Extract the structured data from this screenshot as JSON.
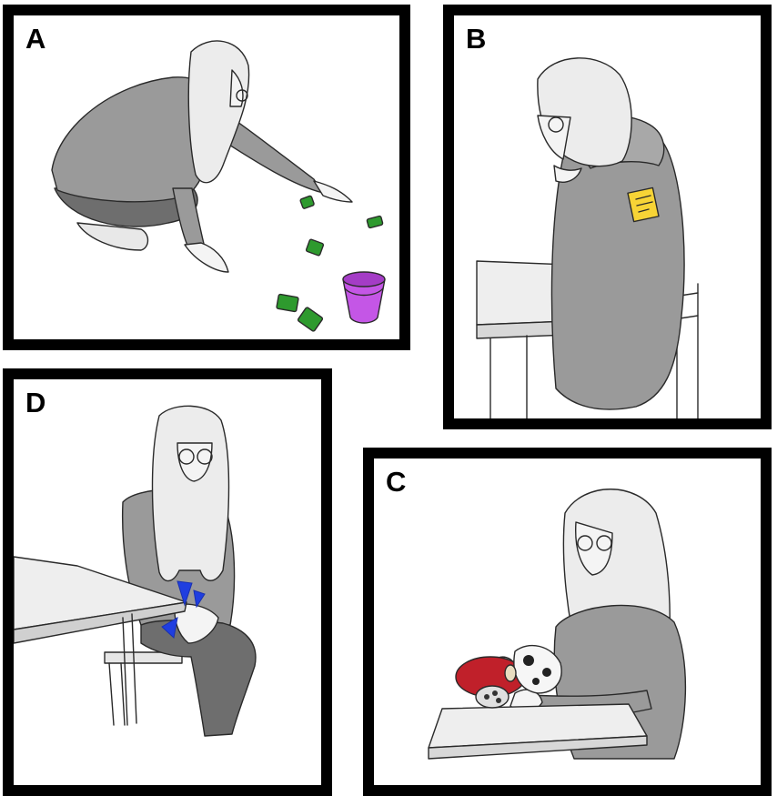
{
  "panels": [
    {
      "id": "a",
      "label": "A"
    },
    {
      "id": "b",
      "label": "B"
    },
    {
      "id": "c",
      "label": "C"
    },
    {
      "id": "d",
      "label": "D"
    }
  ],
  "colors": {
    "border": "#000000",
    "skin": "#f4f4f4",
    "hair": "#ececec",
    "sweater": "#9a9a9a",
    "pants": "#6e6e6e",
    "blocks": "#2e9a2e",
    "bucket": "#c456e6",
    "sticky_note": "#f7d436",
    "pain_marks": "#1f3ee0",
    "plush_red": "#c0202a"
  }
}
